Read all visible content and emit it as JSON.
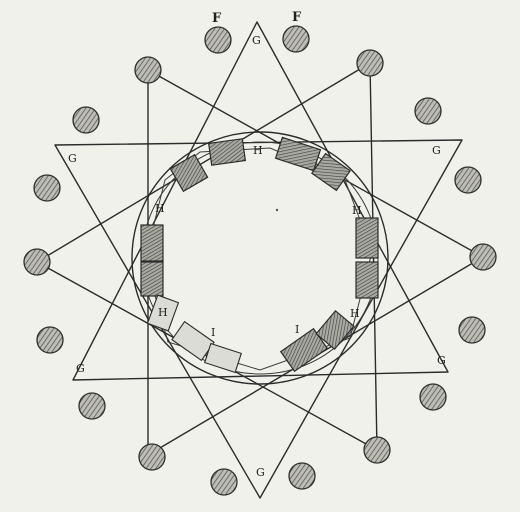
{
  "labels": {
    "top_left": "F",
    "top_right": "F",
    "apex_top": "G",
    "left_upper": "G",
    "right_upper": "G",
    "left_lower": "G",
    "right_lower": "G",
    "apex_bottom": "G",
    "ring_top": "H",
    "ring_left": "H",
    "ring_right_upper": "H",
    "ring_right_lower": "H",
    "ring_left_lower": "H",
    "inner_left": "I",
    "inner_right": "I"
  },
  "colors": {
    "paper": "#f1f1ec",
    "ink": "#2b2b2b"
  }
}
